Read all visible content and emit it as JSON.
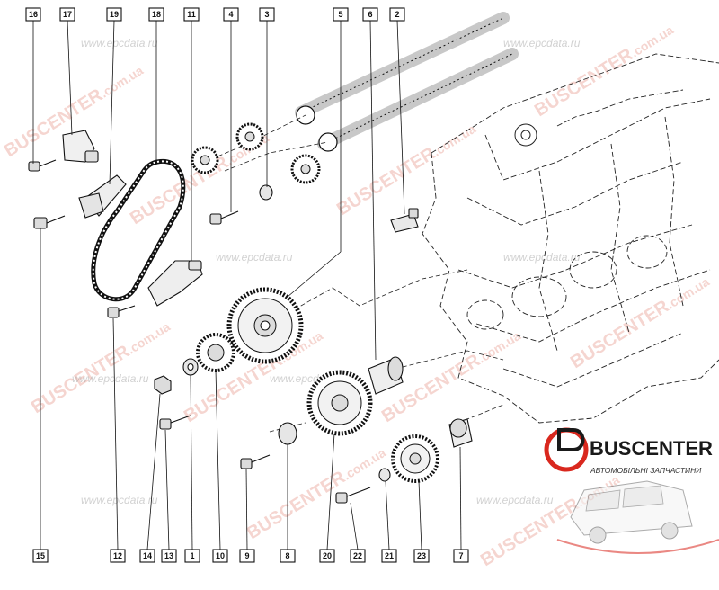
{
  "callouts": [
    {
      "id": "16",
      "label": "16"
    },
    {
      "id": "17",
      "label": "17"
    },
    {
      "id": "19",
      "label": "19"
    },
    {
      "id": "18",
      "label": "18"
    },
    {
      "id": "11",
      "label": "11"
    },
    {
      "id": "4",
      "label": "4"
    },
    {
      "id": "3",
      "label": "3"
    },
    {
      "id": "5",
      "label": "5"
    },
    {
      "id": "6",
      "label": "6"
    },
    {
      "id": "2",
      "label": "2"
    },
    {
      "id": "15",
      "label": "15"
    },
    {
      "id": "12",
      "label": "12"
    },
    {
      "id": "14",
      "label": "14"
    },
    {
      "id": "13",
      "label": "13"
    },
    {
      "id": "1",
      "label": "1"
    },
    {
      "id": "10",
      "label": "10"
    },
    {
      "id": "9",
      "label": "9"
    },
    {
      "id": "8",
      "label": "8"
    },
    {
      "id": "20",
      "label": "20"
    },
    {
      "id": "22",
      "label": "22"
    },
    {
      "id": "21",
      "label": "21"
    },
    {
      "id": "23",
      "label": "23"
    },
    {
      "id": "7",
      "label": "7"
    }
  ],
  "watermarks": {
    "brand": "BUSCENTER",
    "domain": ".com.ua",
    "site": "www.epcdata.ru"
  },
  "logo": {
    "name": "BUSCENTER",
    "tagline": "АВТОМОБІЛЬНІ ЗАПЧАСТИНИ"
  },
  "colors": {
    "ink": "#111111",
    "watermark": "#e58a7a",
    "logo_red": "#d9281e",
    "logo_dark": "#1a1a1a"
  }
}
